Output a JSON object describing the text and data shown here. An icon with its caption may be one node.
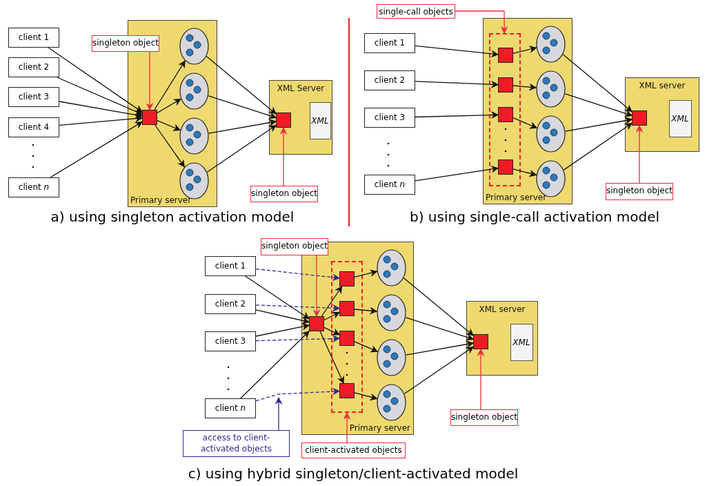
{
  "diagram": {
    "nodes": [
      {
        "text": [
          "client 1"
        ]
      },
      {
        "text": [
          "client 2"
        ]
      },
      {
        "text": [
          "client 3"
        ]
      },
      {
        "text": [
          "client 4"
        ]
      },
      {
        "text": [
          "client *n*"
        ]
      },
      {
        "text": [
          "Primary server"
        ]
      },
      {
        "text": [],
        "shape": "box",
        "in": 5
      },
      {
        "text": [],
        "shape": "ellipse",
        "in": 5
      },
      {
        "text": [],
        "shape": "ellipse",
        "in": 5
      },
      {
        "text": [],
        "shape": "ellipse",
        "in": 5
      },
      {
        "text": [],
        "shape": "ellipse",
        "in": 5
      },
      {
        "text": [
          "XML Server"
        ]
      },
      {
        "text": [],
        "shape": "box",
        "in": 11
      },
      {
        "text": [
          "XML"
        ],
        "in": 11
      },
      {
        "text": [
          "singleton object"
        ]
      },
      {
        "text": [
          "singleton object"
        ]
      },
      {
        "text": [
          "client 1"
        ]
      },
      {
        "text": [
          "client 2"
        ]
      },
      {
        "text": [
          "client 3"
        ]
      },
      {
        "text": [
          "client *n*"
        ]
      },
      {
        "text": [
          "Primary server"
        ]
      },
      {
        "text": [],
        "shape": "box",
        "in": 20
      },
      {
        "text": [],
        "shape": "box",
        "in": 21
      },
      {
        "text": [],
        "shape": "box",
        "in": 21
      },
      {
        "text": [],
        "shape": "box",
        "in": 21
      },
      {
        "text": [],
        "shape": "box",
        "in": 21
      },
      {
        "text": [],
        "shape": "ellipse",
        "in": 20
      },
      {
        "text": [],
        "shape": "ellipse",
        "in": 20
      },
      {
        "text": [],
        "shape": "ellipse",
        "in": 20
      },
      {
        "text": [],
        "shape": "ellipse",
        "in": 20
      },
      {
        "text": [
          "XML server"
        ]
      },
      {
        "text": [],
        "shape": "box",
        "in": 30
      },
      {
        "text": [
          "XML"
        ],
        "in": 30
      },
      {
        "text": [
          "single-call objects"
        ]
      },
      {
        "text": [
          "singleton object"
        ]
      },
      {
        "text": [
          "client 1"
        ]
      },
      {
        "text": [
          "client 2"
        ]
      },
      {
        "text": [
          "client 3"
        ]
      },
      {
        "text": [
          "client *n*"
        ]
      },
      {
        "text": [
          "Primary server"
        ]
      },
      {
        "text": [],
        "shape": "box",
        "in": 39
      },
      {
        "text": [],
        "shape": "box",
        "in": 39
      },
      {
        "text": [],
        "shape": "box",
        "in": 41
      },
      {
        "text": [],
        "shape": "box",
        "in": 41
      },
      {
        "text": [],
        "shape": "box",
        "in": 41
      },
      {
        "text": [],
        "shape": "box",
        "in": 41
      },
      {
        "text": [],
        "shape": "ellipse",
        "in": 39
      },
      {
        "text": [],
        "shape": "ellipse",
        "in": 39
      },
      {
        "text": [],
        "shape": "ellipse",
        "in": 39
      },
      {
        "text": [],
        "shape": "ellipse",
        "in": 39
      },
      {
        "text": [
          "XML server"
        ]
      },
      {
        "text": [],
        "shape": "box",
        "in": 50
      },
      {
        "text": [
          "XML"
        ],
        "in": 50
      },
      {
        "text": [
          "singleton object"
        ]
      },
      {
        "text": [
          "client-activated objects"
        ]
      },
      {
        "text": [
          "singleton object"
        ]
      },
      {
        "text": [
          "access to client-activated objects"
        ]
      }
    ],
    "edges": [
      {
        "from": 0,
        "to": 6,
        "arrow": "to"
      },
      {
        "from": 1,
        "to": 6,
        "arrow": "to"
      },
      {
        "from": 2,
        "to": 6,
        "arrow": "to"
      },
      {
        "from": 3,
        "to": 6,
        "arrow": "to"
      },
      {
        "from": 4,
        "to": 6,
        "arrow": "to"
      },
      {
        "from": 6,
        "to": 7,
        "arrow": "to"
      },
      {
        "from": 6,
        "to": 8,
        "arrow": "to"
      },
      {
        "from": 6,
        "to": 9,
        "arrow": "to"
      },
      {
        "from": 6,
        "to": 10,
        "arrow": "to"
      },
      {
        "from": 7,
        "to": 12,
        "arrow": "to"
      },
      {
        "from": 8,
        "to": 12,
        "arrow": "to"
      },
      {
        "from": 9,
        "to": 12,
        "arrow": "to"
      },
      {
        "from": 10,
        "to": 12,
        "arrow": "to"
      },
      {
        "from": 14,
        "to": 6,
        "arrow": "to",
        "color": "#ee2a3a"
      },
      {
        "from": 15,
        "to": 12,
        "arrow": "to",
        "color": "#ee2a3a"
      },
      {
        "from": 16,
        "to": 22,
        "arrow": "to"
      },
      {
        "from": 17,
        "to": 23,
        "arrow": "to"
      },
      {
        "from": 18,
        "to": 24,
        "arrow": "to"
      },
      {
        "from": 19,
        "to": 25,
        "arrow": "to"
      },
      {
        "from": 22,
        "to": 26,
        "arrow": "to"
      },
      {
        "from": 23,
        "to": 27,
        "arrow": "to"
      },
      {
        "from": 24,
        "to": 28,
        "arrow": "to"
      },
      {
        "from": 25,
        "to": 29,
        "arrow": "to"
      },
      {
        "from": 26,
        "to": 31,
        "arrow": "to"
      },
      {
        "from": 27,
        "to": 31,
        "arrow": "to"
      },
      {
        "from": 28,
        "to": 31,
        "arrow": "to"
      },
      {
        "from": 29,
        "to": 31,
        "arrow": "to"
      },
      {
        "from": 33,
        "to": 21,
        "arrow": "to",
        "color": "#ee2a3a"
      },
      {
        "from": 34,
        "to": 31,
        "arrow": "to",
        "color": "#ee2a3a"
      },
      {
        "from": 35,
        "to": 40,
        "arrow": "to"
      },
      {
        "from": 36,
        "to": 40,
        "arrow": "to"
      },
      {
        "from": 37,
        "to": 40,
        "arrow": "to"
      },
      {
        "from": 38,
        "to": 40,
        "arrow": "to"
      },
      {
        "from": 35,
        "to": 42,
        "arrow": "to",
        "style": "dashed",
        "color": "#2e2a94"
      },
      {
        "from": 36,
        "to": 43,
        "arrow": "to",
        "style": "dashed",
        "color": "#2e2a94"
      },
      {
        "from": 37,
        "to": 44,
        "arrow": "to",
        "style": "dashed",
        "color": "#2e2a94"
      },
      {
        "from": 38,
        "to": 45,
        "arrow": "to",
        "style": "dashed",
        "color": "#2e2a94"
      },
      {
        "from": 40,
        "to": 42,
        "arrow": "to"
      },
      {
        "from": 40,
        "to": 43,
        "arrow": "to"
      },
      {
        "from": 40,
        "to": 44,
        "arrow": "to"
      },
      {
        "from": 40,
        "to": 45,
        "arrow": "to"
      },
      {
        "from": 42,
        "to": 46,
        "arrow": "to"
      },
      {
        "from": 43,
        "to": 47,
        "arrow": "to"
      },
      {
        "from": 44,
        "to": 48,
        "arrow": "to"
      },
      {
        "from": 45,
        "to": 49,
        "arrow": "to"
      },
      {
        "from": 46,
        "to": 51,
        "arrow": "to"
      },
      {
        "from": 47,
        "to": 51,
        "arrow": "to"
      },
      {
        "from": 48,
        "to": 51,
        "arrow": "to"
      },
      {
        "from": 49,
        "to": 51,
        "arrow": "to"
      },
      {
        "from": 53,
        "to": 40,
        "arrow": "to",
        "color": "#ee2a3a"
      },
      {
        "from": 54,
        "to": 41,
        "arrow": "to",
        "color": "#ee2a3a"
      },
      {
        "from": 55,
        "to": 51,
        "arrow": "to",
        "color": "#ee2a3a"
      },
      {
        "from": 56,
        "to": null,
        "arrow": "to",
        "color": "#2e2a94"
      }
    ],
    "labels": [
      "a) using singleton activation model",
      "b) using single-call activation model",
      "c) using hybrid singleton/client-activated model"
    ]
  }
}
